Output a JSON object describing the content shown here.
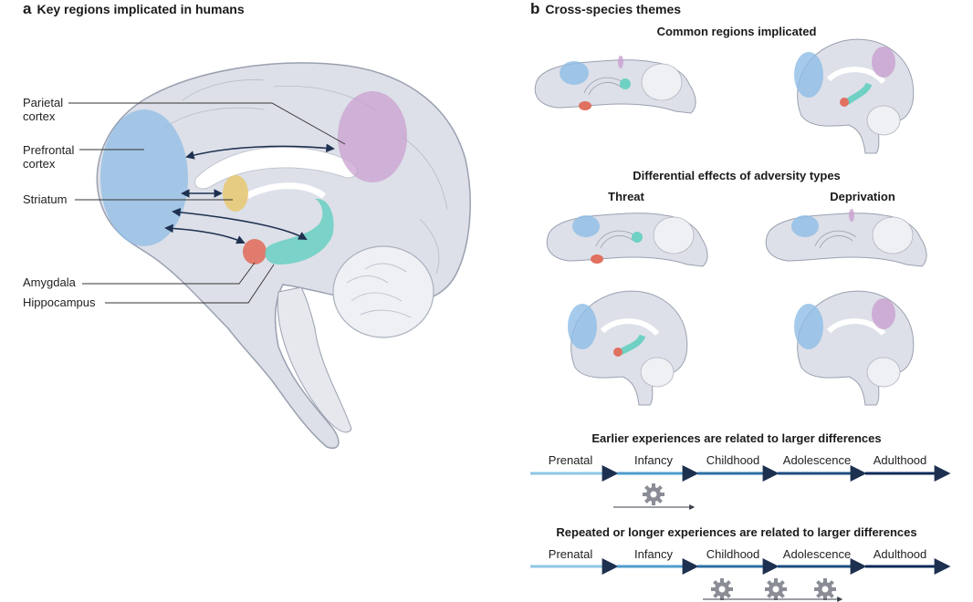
{
  "panel_a": {
    "letter": "a",
    "title": "Key regions implicated in humans",
    "labels": {
      "parietal": "Parietal\ncortex",
      "prefrontal": "Prefrontal\ncortex",
      "striatum": "Striatum",
      "amygdala": "Amygdala",
      "hippocampus": "Hippocampus"
    }
  },
  "panel_b": {
    "letter": "b",
    "title": "Cross-species themes",
    "common_heading": "Common regions implicated",
    "differential_heading": "Differential effects of adversity types",
    "threat_label": "Threat",
    "deprivation_label": "Deprivation",
    "timeline1": {
      "heading": "Earlier experiences are related to larger differences",
      "stages": [
        "Prenatal",
        "Infancy",
        "Childhood",
        "Adolescence",
        "Adulthood"
      ]
    },
    "timeline2": {
      "heading": "Repeated or longer experiences are related to larger differences",
      "stages": [
        "Prenatal",
        "Infancy",
        "Childhood",
        "Adolescence",
        "Adulthood"
      ]
    }
  },
  "colors": {
    "prefrontal": "#8fbde6",
    "parietal": "#c9a0d0",
    "striatum": "#e8c870",
    "amygdala": "#e07060",
    "hippocampus": "#6fd0c4",
    "brain_fill": "#dde0e8",
    "brain_stroke": "#9aa0b0",
    "arrow": "#1e3050",
    "timeline": [
      "#8ec6e6",
      "#4e9ccc",
      "#2c6ea6",
      "#1d4d82",
      "#0f2a5a"
    ],
    "gear": "#8a8d96"
  }
}
